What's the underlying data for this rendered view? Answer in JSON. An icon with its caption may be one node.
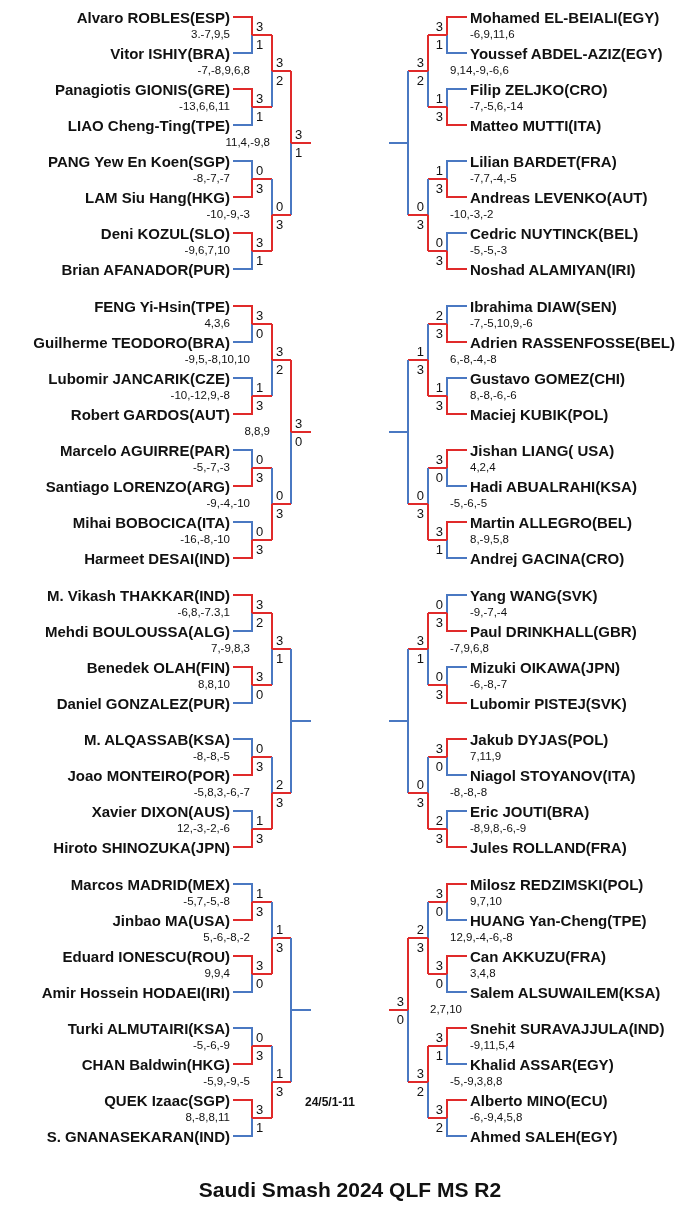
{
  "diagram": {
    "title": "Saudi Smash 2024 QLF MS R2",
    "labels": [
      "Alvaro ROBLES(ESP)",
      "3",
      "3.-7,9,5",
      "1",
      "Vitor ISHIY(BRA)",
      "3",
      "2",
      "-7,-8,9,6,8",
      "Panagiotis GIONIS(GRE)",
      "3",
      "-13,6,6,11",
      "1",
      "LIAO Cheng-Ting(TPE)",
      "3",
      "1",
      "11,4,-9,8",
      "PANG Yew En Koen(SGP)",
      "0",
      "-8,-7,-7",
      "3",
      "LAM Siu Hang(HKG)",
      "0",
      "3",
      "-10,-9,-3",
      "Deni KOZUL(SLO)",
      "3",
      "-9,6,7,10",
      "1",
      "Brian AFANADOR(PUR)",
      "Mohamed EL-BEIALI(EGY)",
      "3",
      "-6,9,11,6",
      "1",
      "Youssef ABDEL-AZIZ(EGY)",
      "3",
      "2",
      "9,14,-9,-6,6",
      "Filip ZELJKO(CRO)",
      "1",
      "-7,-5,6,-14",
      "3",
      "Matteo MUTTI(ITA)",
      "Lilian BARDET(FRA)",
      "1",
      "-7,7,-4,-5",
      "3",
      "Andreas LEVENKO(AUT)",
      "0",
      "3",
      "-10,-3,-2",
      "Cedric NUYTINCK(BEL)",
      "0",
      "-5,-5,-3",
      "3",
      "Noshad ALAMIYAN(IRI)",
      "FENG Yi-Hsin(TPE)",
      "3",
      "4,3,6",
      "0",
      "Guilherme TEODORO(BRA)",
      "3",
      "2",
      "-9,5,-8,10,10",
      "Lubomir JANCARIK(CZE)",
      "1",
      "-10,-12,9,-8",
      "3",
      "Robert GARDOS(AUT)",
      "3",
      "0",
      "8,8,9",
      "Marcelo AGUIRRE(PAR)",
      "0",
      "-5,-7,-3",
      "3",
      "Santiago LORENZO(ARG)",
      "0",
      "3",
      "-9,-4,-10",
      "Mihai BOBOCICA(ITA)",
      "0",
      "-16,-8,-10",
      "3",
      "Harmeet DESAI(IND)",
      "Ibrahima DIAW(SEN)",
      "2",
      "-7,-5,10,9,-6",
      "3",
      "Adrien RASSENFOSSE(BEL)",
      "1",
      "3",
      "6,-8,-4,-8",
      "Gustavo GOMEZ(CHI)",
      "1",
      "8,-8,-6,-6",
      "3",
      "Maciej KUBIK(POL)",
      "Jishan LIANG( USA)",
      "3",
      "4,2,4",
      "0",
      "Hadi ABUALRAHI(KSA)",
      "0",
      "3",
      "-5,-6,-5",
      "Martin ALLEGRO(BEL)",
      "3",
      "8,-9,5,8",
      "1",
      "Andrej GACINA(CRO)",
      "M. Vikash THAKKAR(IND)",
      "3",
      "-6,8,-7.3,1",
      "2",
      "Mehdi BOULOUSSA(ALG)",
      "3",
      "1",
      "7,-9,8,3",
      "Benedek OLAH(FIN)",
      "3",
      "8,8,10",
      "0",
      "Daniel GONZALEZ(PUR)",
      "M. ALQASSAB(KSA)",
      "0",
      "-8,-8,-5",
      "3",
      "Joao MONTEIRO(POR)",
      "2",
      "3",
      "-5,8,3,-6,-7",
      "Xavier DIXON(AUS)",
      "1",
      "12,-3,-2,-6",
      "3",
      "Hiroto SHINOZUKA(JPN)",
      "Yang WANG(SVK)",
      "0",
      "-9,-7,-4",
      "3",
      "Paul DRINKHALL(GBR)",
      "3",
      "1",
      "-7,9,6,8",
      "Mizuki OIKAWA(JPN)",
      "0",
      "-6,-8,-7",
      "3",
      "Lubomir PISTEJ(SVK)",
      "Jakub DYJAS(POL)",
      "3",
      "7,11,9",
      "0",
      "Niagol STOYANOV(ITA)",
      "0",
      "3",
      "-8,-8,-8",
      "Eric JOUTI(BRA)",
      "2",
      "-8,9,8,-6,-9",
      "3",
      "Jules ROLLAND(FRA)",
      "Marcos MADRID(MEX)",
      "1",
      "-5,7,-5,-8",
      "3",
      "Jinbao MA(USA)",
      "1",
      "3",
      "5,-6,-8,-2",
      "Eduard IONESCU(ROU)",
      "3",
      "9,9,4",
      "0",
      "Amir Hossein HODAEI(IRI)",
      "Turki ALMUTAIRI(KSA)",
      "0",
      "-5,-6,-9",
      "3",
      "CHAN Baldwin(HKG)",
      "1",
      "3",
      "-5,9,-9,-5",
      "QUEK Izaac(SGP)",
      "3",
      "8,-8,8,11",
      "1",
      "S. GNANASEKARAN(IND)",
      "Milosz REDZIMSKI(POL)",
      "3",
      "9,7,10",
      "0",
      "HUANG Yan-Cheng(TPE)",
      "2",
      "3",
      "12,9,-4,-6,-8",
      "Can AKKUZU(FRA)",
      "3",
      "3,4,8",
      "0",
      "Salem ALSUWAILEM(KSA)",
      "3",
      "0",
      "2,7,10",
      "Snehit SURAVAJJULA(IND)",
      "3",
      "-9,11,5,4",
      "1",
      "Khalid ASSAR(EGY)",
      "3",
      "2",
      "-5,-9,3,8,8",
      "Alberto MINO(ECU)",
      "3",
      "-6,-9,4,5,8",
      "2",
      "Ahmed SALEH(EGY)",
      "24/5/1-11"
    ]
  }
}
